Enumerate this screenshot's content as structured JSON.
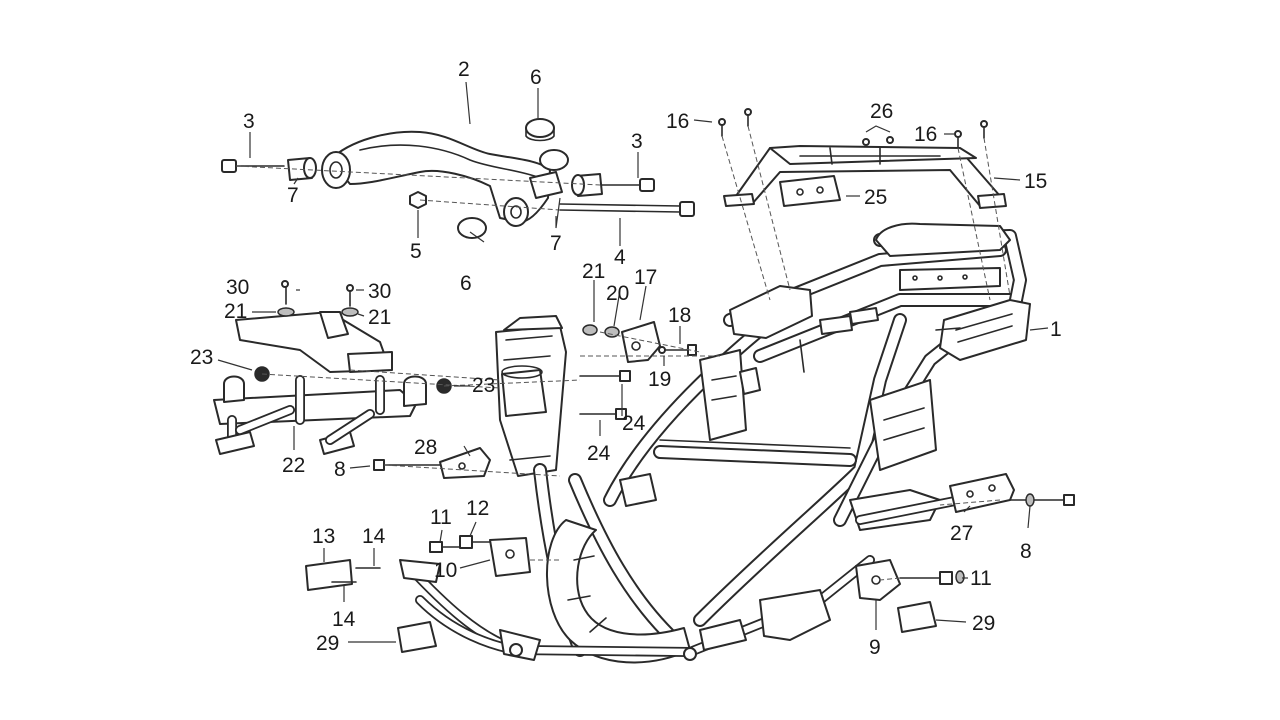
{
  "labels": {
    "l1": "1",
    "l2": "2",
    "l3a": "3",
    "l3b": "3",
    "l4": "4",
    "l5": "5",
    "l6a": "6",
    "l6b": "6",
    "l7a": "7",
    "l7b": "7",
    "l8a": "8",
    "l8b": "8",
    "l9": "9",
    "l10": "10",
    "l11a": "11",
    "l11b": "11",
    "l12": "12",
    "l13": "13",
    "l14a": "14",
    "l14b": "14",
    "l15": "15",
    "l16a": "16",
    "l16b": "16",
    "l17": "17",
    "l18": "18",
    "l19": "19",
    "l20": "20",
    "l21a": "21",
    "l21b": "21",
    "l21c": "21",
    "l22": "22",
    "l23a": "23",
    "l23b": "23",
    "l24a": "24",
    "l24b": "24",
    "l25": "25",
    "l26": "26",
    "l27": "27",
    "l28": "28",
    "l29a": "29",
    "l29b": "29",
    "l30a": "30",
    "l30b": "30"
  },
  "colors": {
    "line": "#2a2a2a",
    "background": "#ffffff",
    "text": "#1a1a1a"
  }
}
